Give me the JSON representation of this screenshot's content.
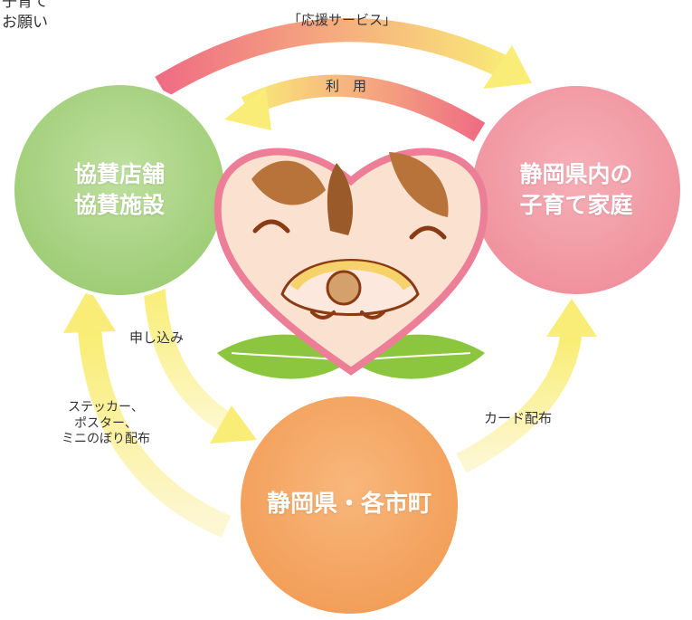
{
  "top_left_text": [
    "子育て",
    "お願い"
  ],
  "arrow_labels": {
    "support_service": "「応援サービス」",
    "use": "利　用",
    "apply": "申し込み",
    "sticker": [
      "ステッカー、",
      "ポスター、",
      "ミニのぼり配布"
    ],
    "card": "カード配布"
  },
  "nodes": {
    "sponsor": [
      "協賛店舗",
      "協賛施設"
    ],
    "family": [
      "静岡県内の",
      "子育て家庭"
    ],
    "prefecture": "静岡県・各市町"
  },
  "colors": {
    "green": "#b2d88e",
    "pink": "#f4a0ab",
    "orange": "#f6ac6c",
    "heart_border": "#ec7f97",
    "heart_fill": "#fbe1cf",
    "leaf": "#8cc63f"
  }
}
